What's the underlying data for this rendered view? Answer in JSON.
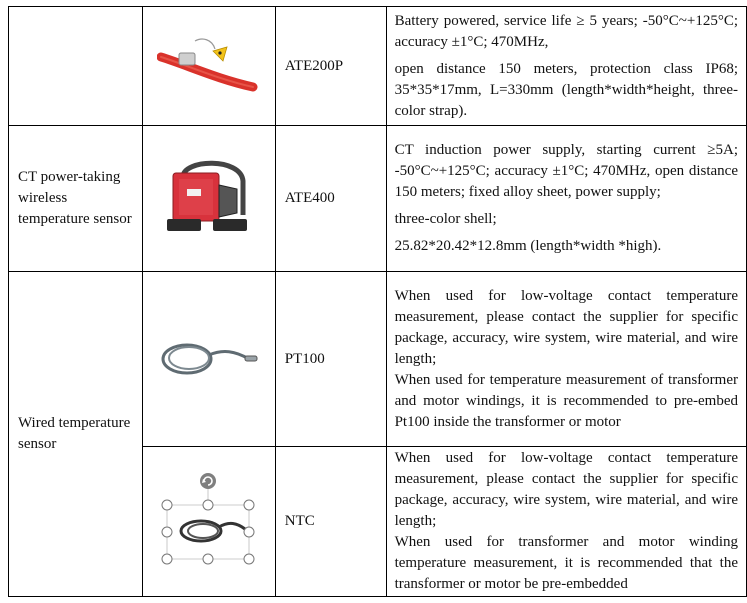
{
  "rows": [
    {
      "category": "",
      "model": "ATE200P",
      "image_icon": "red-strap-sensor-icon",
      "description": [
        "Battery powered, service life ≥ 5 years; -50°C~+125°C; accuracy ±1°C; 470MHz,",
        "open distance 150 meters, protection class IP68; 35*35*17mm, L=330mm (length*width*height, three-color strap)."
      ]
    },
    {
      "category": "CT power-taking wireless temperature sensor",
      "model": "ATE400",
      "image_icon": "red-clamp-sensor-icon",
      "description": [
        "CT induction power supply, starting current ≥5A; -50°C~+125°C; accuracy ±1°C; 470MHz, open distance 150 meters; fixed alloy sheet, power supply;",
        "three-color shell;",
        "25.82*20.42*12.8mm (length*width *high)."
      ]
    },
    {
      "category": "Wired temperature sensor",
      "model": "PT100",
      "image_icon": "coiled-cable-probe-icon",
      "description": [
        "When used for low-voltage contact temperature measurement, please contact the supplier for specific package, accuracy, wire system, wire material, and wire length;",
        "When used for temperature measurement of transformer and motor windings, it is recommended to pre-embed Pt100 inside the transformer or motor"
      ]
    },
    {
      "category": "",
      "model": "NTC",
      "image_icon": "coiled-cable-probe-selected-icon",
      "description": [
        "When used for low-voltage contact temperature measurement, please contact the supplier for specific package, accuracy, wire system, wire material, and wire length;",
        "When used for transformer and motor winding temperature measurement, it is recommended that the transformer or motor be pre-embedded"
      ]
    }
  ]
}
